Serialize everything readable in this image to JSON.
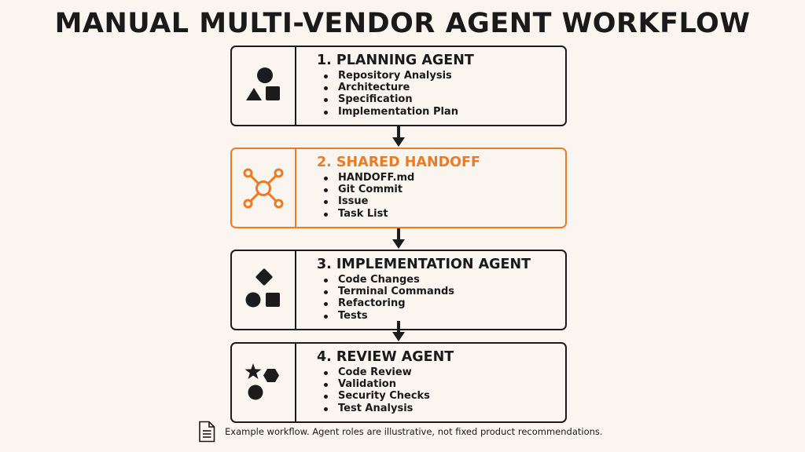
{
  "title": "MANUAL MULTI-VENDOR AGENT WORKFLOW",
  "colors": {
    "accent": "#f07a22",
    "ink": "#1c1c1c",
    "background": "#faf6ef"
  },
  "steps": [
    {
      "heading": "1.  PLANNING AGENT",
      "icon": "shapes-triangle-circle-square-icon",
      "items": [
        "Repository Analysis",
        "Architecture",
        "Specification",
        "Implementation Plan"
      ]
    },
    {
      "heading": "2. SHARED HANDOFF",
      "icon": "hub-network-icon",
      "items": [
        "HANDOFF.md",
        "Git Commit",
        "Issue",
        "Task List"
      ]
    },
    {
      "heading": "3.  IMPLEMENTATION AGENT",
      "icon": "shapes-diamond-circle-square-icon",
      "items": [
        "Code Changes",
        "Terminal Commands",
        "Refactoring",
        "Tests"
      ]
    },
    {
      "heading": "4.  REVIEW AGENT",
      "icon": "shapes-star-hexagon-circle-icon",
      "items": [
        "Code Review",
        "Validation",
        "Security Checks",
        "Test Analysis"
      ]
    }
  ],
  "footnote": "Example workflow. Agent roles are illustrative, not fixed product recommendations.",
  "footnote_icon": "document-icon"
}
